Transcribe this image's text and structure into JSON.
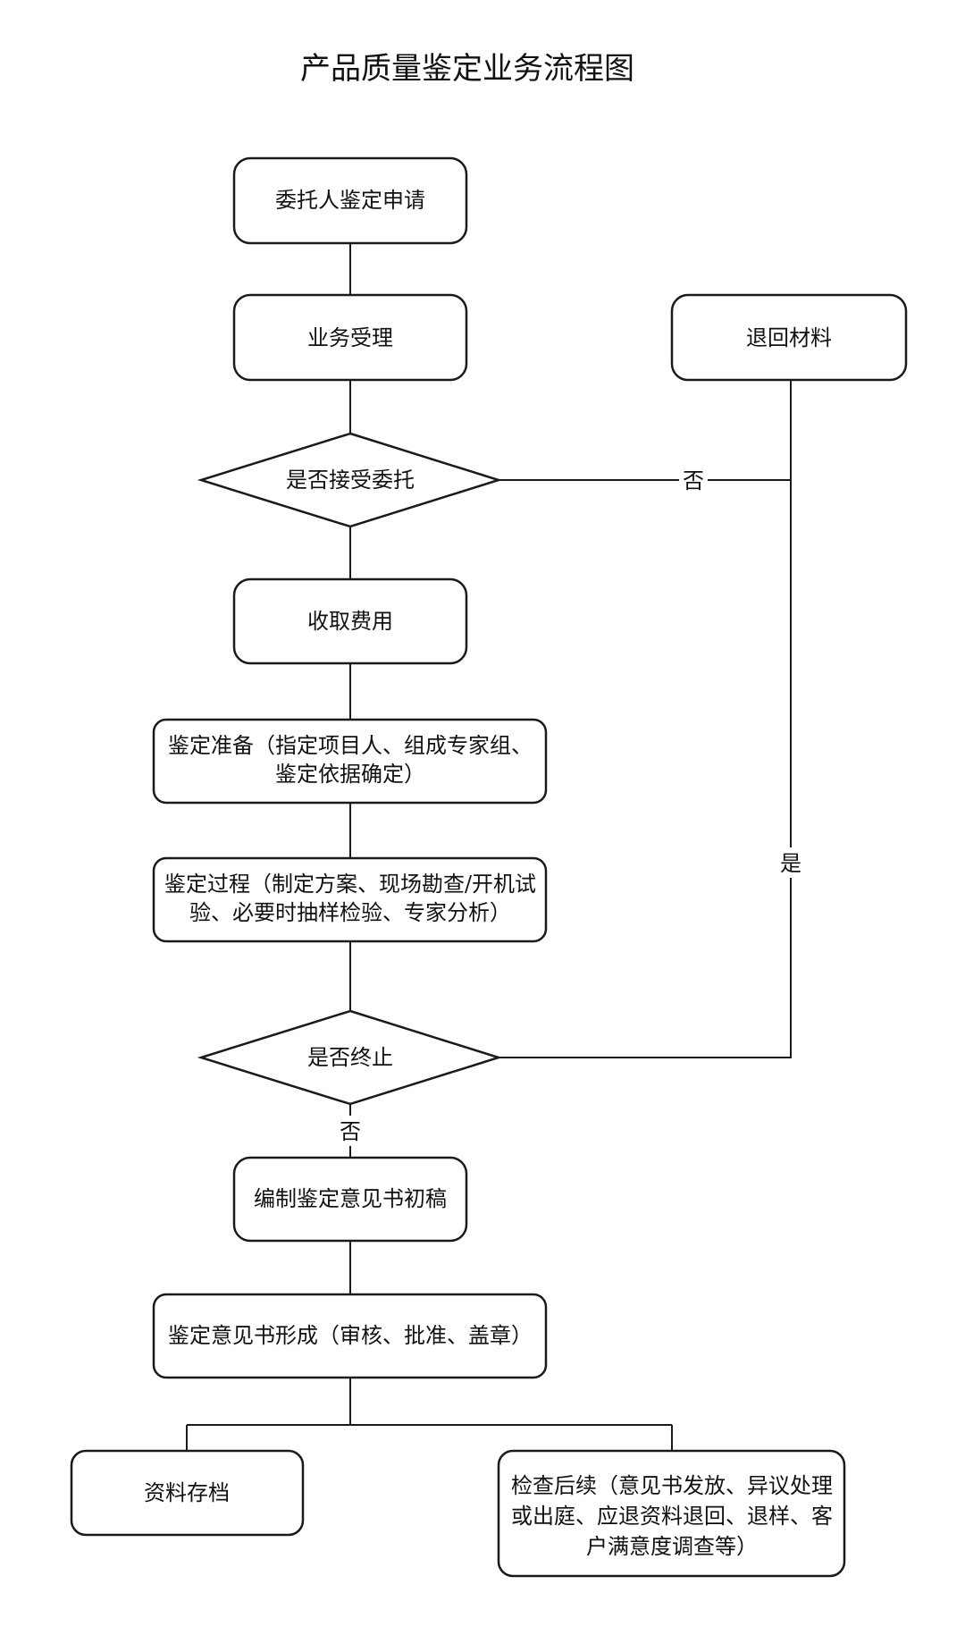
{
  "title": "产品质量鉴定业务流程图",
  "nodes": {
    "apply": {
      "type": "process",
      "lines": [
        "委托人鉴定申请"
      ]
    },
    "accept": {
      "type": "process",
      "lines": [
        "业务受理"
      ]
    },
    "return": {
      "type": "process",
      "lines": [
        "退回材料"
      ]
    },
    "decide_accept": {
      "type": "decision",
      "lines": [
        "是否接受委托"
      ]
    },
    "fee": {
      "type": "process",
      "lines": [
        "收取费用"
      ]
    },
    "prepare": {
      "type": "process",
      "lines": [
        "鉴定准备（指定项目人、组成专家组、",
        "鉴定依据确定）"
      ]
    },
    "process": {
      "type": "process",
      "lines": [
        "鉴定过程（制定方案、现场勘查/开机试",
        "验、必要时抽样检验、专家分析）"
      ]
    },
    "decide_stop": {
      "type": "decision",
      "lines": [
        "是否终止"
      ]
    },
    "draft": {
      "type": "process",
      "lines": [
        "编制鉴定意见书初稿"
      ]
    },
    "finalize": {
      "type": "process",
      "lines": [
        "鉴定意见书形成（审核、批准、盖章）"
      ]
    },
    "archive": {
      "type": "process",
      "lines": [
        "资料存档"
      ]
    },
    "followup": {
      "type": "process",
      "lines": [
        "检查后续（意见书发放、异议处理",
        "或出庭、应退资料退回、退样、客",
        "户满意度调查等）"
      ]
    }
  },
  "edges": [
    {
      "from": "apply",
      "to": "accept",
      "label": ""
    },
    {
      "from": "accept",
      "to": "decide_accept",
      "label": ""
    },
    {
      "from": "decide_accept",
      "to": "return",
      "label": "否"
    },
    {
      "from": "decide_accept",
      "to": "fee",
      "label": ""
    },
    {
      "from": "fee",
      "to": "prepare",
      "label": ""
    },
    {
      "from": "prepare",
      "to": "process",
      "label": ""
    },
    {
      "from": "process",
      "to": "decide_stop",
      "label": ""
    },
    {
      "from": "decide_stop",
      "to": "return",
      "label": "是"
    },
    {
      "from": "decide_stop",
      "to": "draft",
      "label": "否"
    },
    {
      "from": "draft",
      "to": "finalize",
      "label": ""
    },
    {
      "from": "finalize",
      "to": "archive",
      "label": ""
    },
    {
      "from": "finalize",
      "to": "followup",
      "label": ""
    }
  ]
}
